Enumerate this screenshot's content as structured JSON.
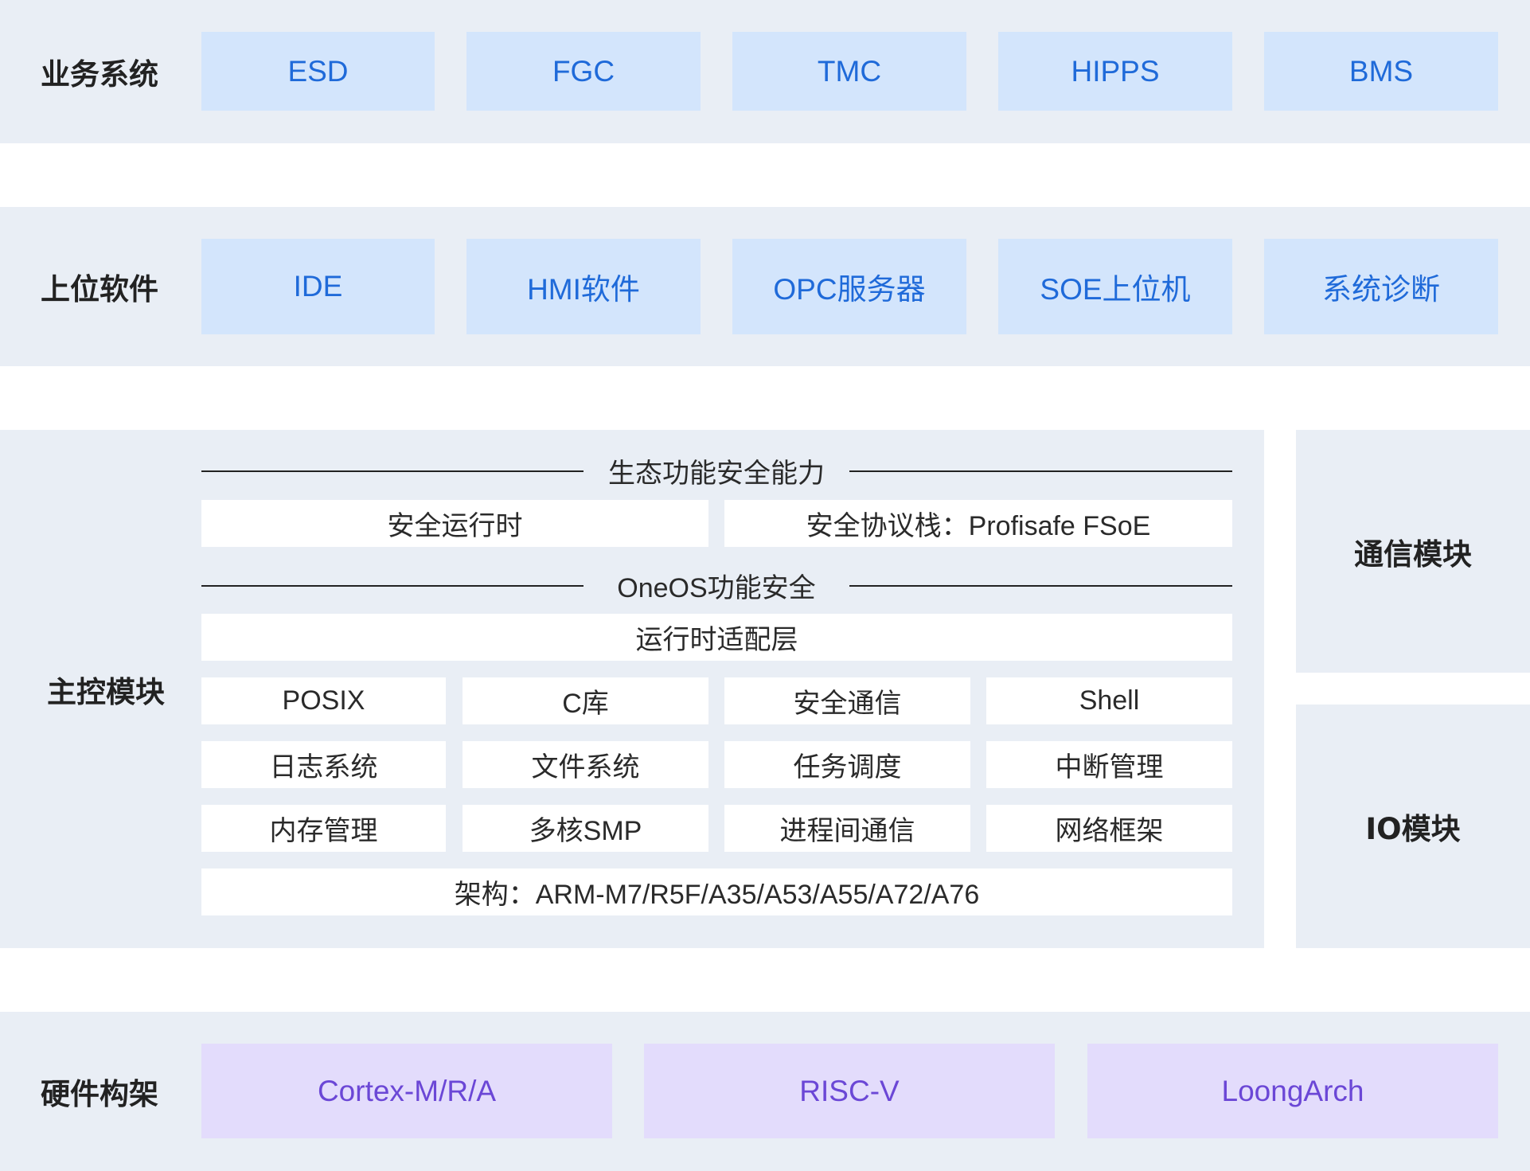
{
  "rows": {
    "business": {
      "label": "业务系统",
      "items": [
        "ESD",
        "FGC",
        "TMC",
        "HIPPS",
        "BMS"
      ]
    },
    "host_software": {
      "label": "上位软件",
      "items": [
        "IDE",
        "HMI软件",
        "OPC服务器",
        "SOE上位机",
        "系统诊断"
      ]
    },
    "main_control": {
      "label": "主控模块",
      "eco_title": "生态功能安全能力",
      "safe_runtime": "安全运行时",
      "safe_protocol": "安全协议栈：Profisafe  FSoE",
      "oneos_title": "OneOS功能安全",
      "runtime_adapter": "运行时适配层",
      "grid": [
        [
          "POSIX",
          "C库",
          "安全通信",
          "Shell"
        ],
        [
          "日志系统",
          "文件系统",
          "任务调度",
          "中断管理"
        ],
        [
          "内存管理",
          "多核SMP",
          "进程间通信",
          "网络框架"
        ]
      ],
      "arch": "架构：ARM-M7/R5F/A35/A53/A55/A72/A76"
    },
    "comm_module": {
      "label": "通信模块"
    },
    "io_module": {
      "label": "IO模块"
    },
    "hardware": {
      "label": "硬件构架",
      "items": [
        "Cortex-M/R/A",
        "RISC-V",
        "LoongArch"
      ]
    }
  },
  "colors": {
    "band_bg": "#e9eef5",
    "blue_box": "#d3e5fc",
    "blue_text": "#1f6ad9",
    "purple_box": "#e3dcfc",
    "purple_text": "#6b47d6"
  }
}
